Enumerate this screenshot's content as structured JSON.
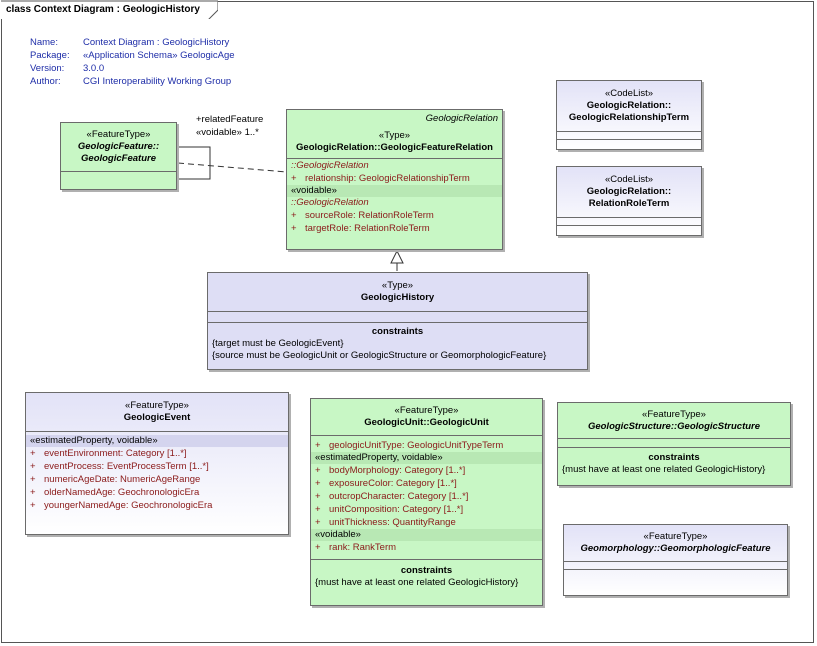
{
  "diagram_tab": "class Context Diagram : GeologicHistory",
  "meta": [
    {
      "key": "Name:",
      "value": "Context Diagram : GeologicHistory"
    },
    {
      "key": "Package:",
      "value": "«Application Schema» GeologicAge"
    },
    {
      "key": "Version:",
      "value": "3.0.0"
    },
    {
      "key": "Author:",
      "value": "CGI Interoperability Working Group"
    }
  ],
  "geologic_feature": {
    "stereotype": "«FeatureType»",
    "name_line1": "GeologicFeature::",
    "name_line2": "GeologicFeature"
  },
  "association": {
    "role": "+relatedFeature",
    "multiplicity": "«voidable» 1..*"
  },
  "geologic_relation": {
    "parent_label": "GeologicRelation",
    "stereotype": "«Type»",
    "name": "GeologicRelation::GeologicFeatureRelation",
    "owner1": "::GeologicRelation",
    "attr_relationship": "relationship:  GeologicRelationshipTerm",
    "group_voidable": "«voidable»",
    "owner2": "::GeologicRelation",
    "attr_source": "sourceRole:  RelationRoleTerm",
    "attr_target": "targetRole:  RelationRoleTerm"
  },
  "plus": "+",
  "codelist1": {
    "stereotype": "«CodeList»",
    "name_line1": "GeologicRelation::",
    "name_line2": "GeologicRelationshipTerm"
  },
  "codelist2": {
    "stereotype": "«CodeList»",
    "name_line1": "GeologicRelation::",
    "name_line2": "RelationRoleTerm"
  },
  "geologic_history": {
    "stereotype": "«Type»",
    "name": "GeologicHistory",
    "constraints_title": "constraints",
    "constraint1": "{target must be GeologicEvent}",
    "constraint2": "{source must be GeologicUnit or GeologicStructure or GeomorphologicFeature}"
  },
  "geologic_event": {
    "stereotype": "«FeatureType»",
    "name": "GeologicEvent",
    "group": "«estimatedProperty, voidable»",
    "attrs": [
      "eventEnvironment:  Category [1..*]",
      "eventProcess:  EventProcessTerm [1..*]",
      "numericAgeDate:  NumericAgeRange",
      "olderNamedAge:  GeochronologicEra",
      "youngerNamedAge:  GeochronologicEra"
    ]
  },
  "geologic_unit": {
    "stereotype": "«FeatureType»",
    "name": "GeologicUnit::GeologicUnit",
    "attr_type": "geologicUnitType:  GeologicUnitTypeTerm",
    "group1": "«estimatedProperty, voidable»",
    "attrs": [
      "bodyMorphology:  Category [1..*]",
      "exposureColor:  Category [1..*]",
      "outcropCharacter:  Category [1..*]",
      "unitComposition:  Category [1..*]",
      "unitThickness:  QuantityRange"
    ],
    "group2": "«voidable»",
    "attr_rank": "rank:  RankTerm",
    "constraints_title": "constraints",
    "constraint1": "{must have at least one related GeologicHistory}"
  },
  "geologic_structure": {
    "stereotype": "«FeatureType»",
    "name": "GeologicStructure::GeologicStructure",
    "constraints_title": "constraints",
    "constraint1": "{must have at least one related GeologicHistory}"
  },
  "geomorphology": {
    "stereotype": "«FeatureType»",
    "name": "Geomorphology::GeomorphologicFeature"
  }
}
